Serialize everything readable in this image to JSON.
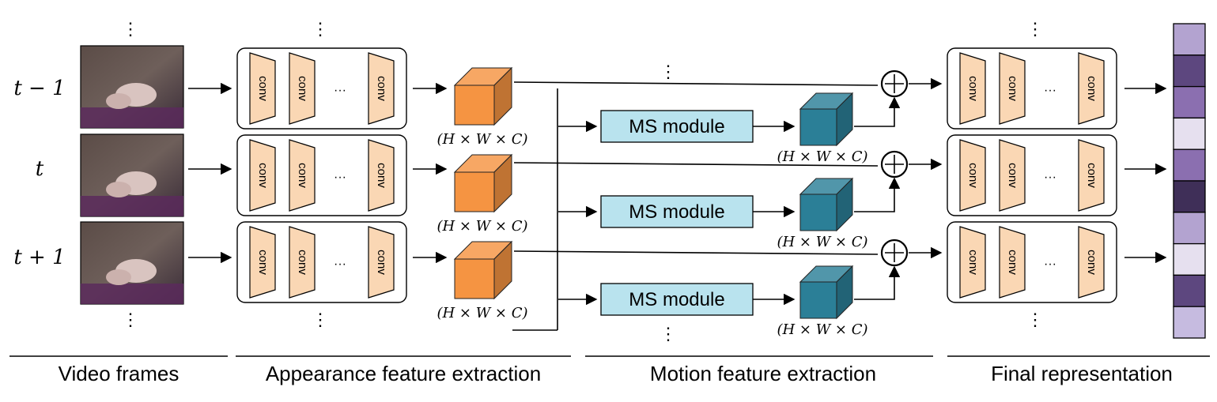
{
  "time_labels": [
    "t − 1",
    "t",
    "t + 1"
  ],
  "ellipsis": "⋮",
  "conv_label": "conv",
  "conv_dots": "···",
  "tensor_shape": "(H × W × C)",
  "ms_module_label": "MS module",
  "section_labels": {
    "video": "Video frames",
    "appearance": "Appearance feature extraction",
    "motion": "Motion feature extraction",
    "final": "Final representation"
  },
  "colors": {
    "conv_fill": "#fad7b4",
    "orange_cube": "#f59442",
    "teal_cube": "#2b7f97",
    "ms_fill": "#b9e3ee",
    "frame_bg": "#5a4a48",
    "rep_cells": [
      "#b3a3d0",
      "#5d477f",
      "#8b6fb0",
      "#e6e0ef",
      "#8b6fb0",
      "#3f2f58",
      "#b3a3d0",
      "#e6e0ef",
      "#5d477f",
      "#c6bbe0"
    ]
  }
}
